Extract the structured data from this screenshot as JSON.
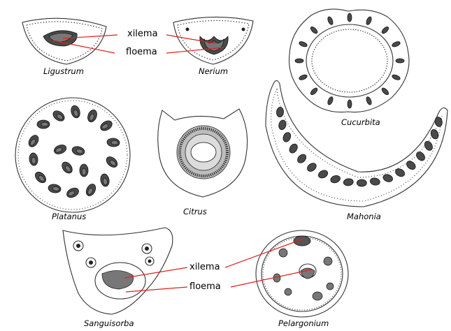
{
  "labels": {
    "xylem_top": "xilema",
    "phloem_top": "floema",
    "xylem_bottom": "xilema",
    "phloem_bottom": "floema"
  },
  "species": {
    "ligustrum": "Ligustrum",
    "nerium": "Nerium",
    "cucurbita": "Cucurbita",
    "platanus": "Platanus",
    "citrus": "Citrus",
    "mahonia": "Mahonia",
    "sanguisorba": "Sanguisorba",
    "pelargonium": "Pelargonium"
  },
  "colors": {
    "pointer_line": "#e0201c",
    "outline": "#333333",
    "tissue": "#4a4a4a"
  }
}
